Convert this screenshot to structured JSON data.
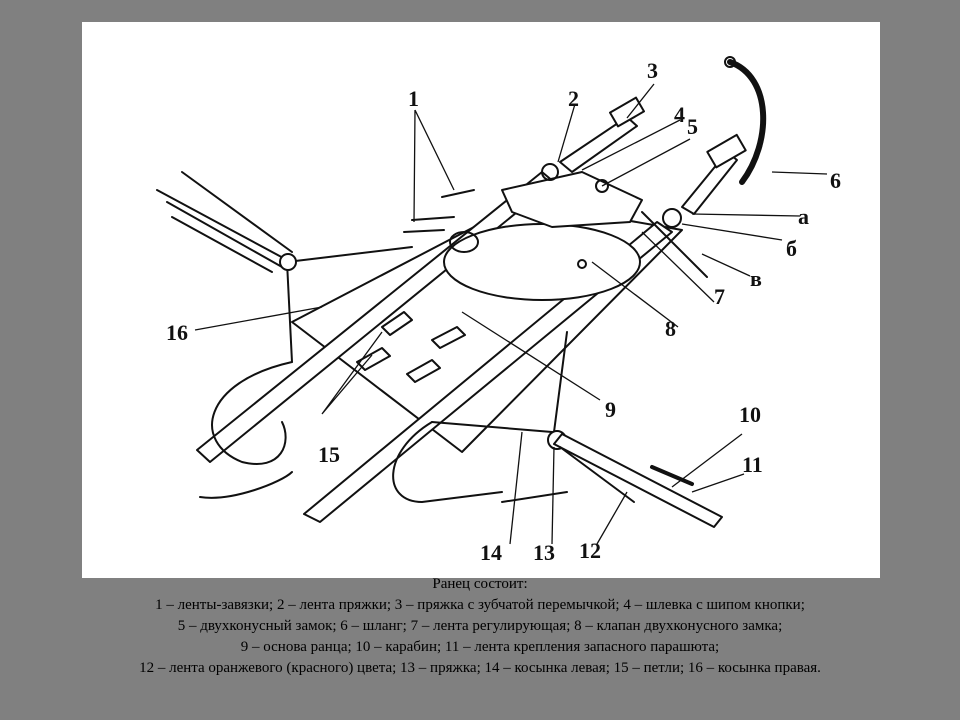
{
  "figure": {
    "callouts": {
      "n1": "1",
      "n2": "2",
      "n3": "3",
      "n4": "4",
      "n5": "5",
      "n6": "6",
      "a": "а",
      "b": "б",
      "v": "в",
      "n7": "7",
      "n8": "8",
      "n9": "9",
      "n10": "10",
      "n11": "11",
      "n12": "12",
      "n13": "13",
      "n14": "14",
      "n15": "15",
      "n16": "16"
    }
  },
  "caption": {
    "heading": "Ранец состоит:",
    "lines": [
      "1 – ленты-завязки; 2 – лента пряжки; 3 – пряжка с зубчатой перемычкой; 4 – шлевка с шипом кнопки;",
      "5 –  двухконусный замок; 6 – шланг; 7 – лента регулирующая; 8 – клапан двухконусного замка;",
      "9 – основа ранца; 10 – карабин; 11 – лента крепления запасного парашюта;",
      "12 – лента оранжевого (красного) цвета;  13 – пряжка;  14 – косынка левая; 15 – петли; 16 – косынка правая."
    ]
  }
}
